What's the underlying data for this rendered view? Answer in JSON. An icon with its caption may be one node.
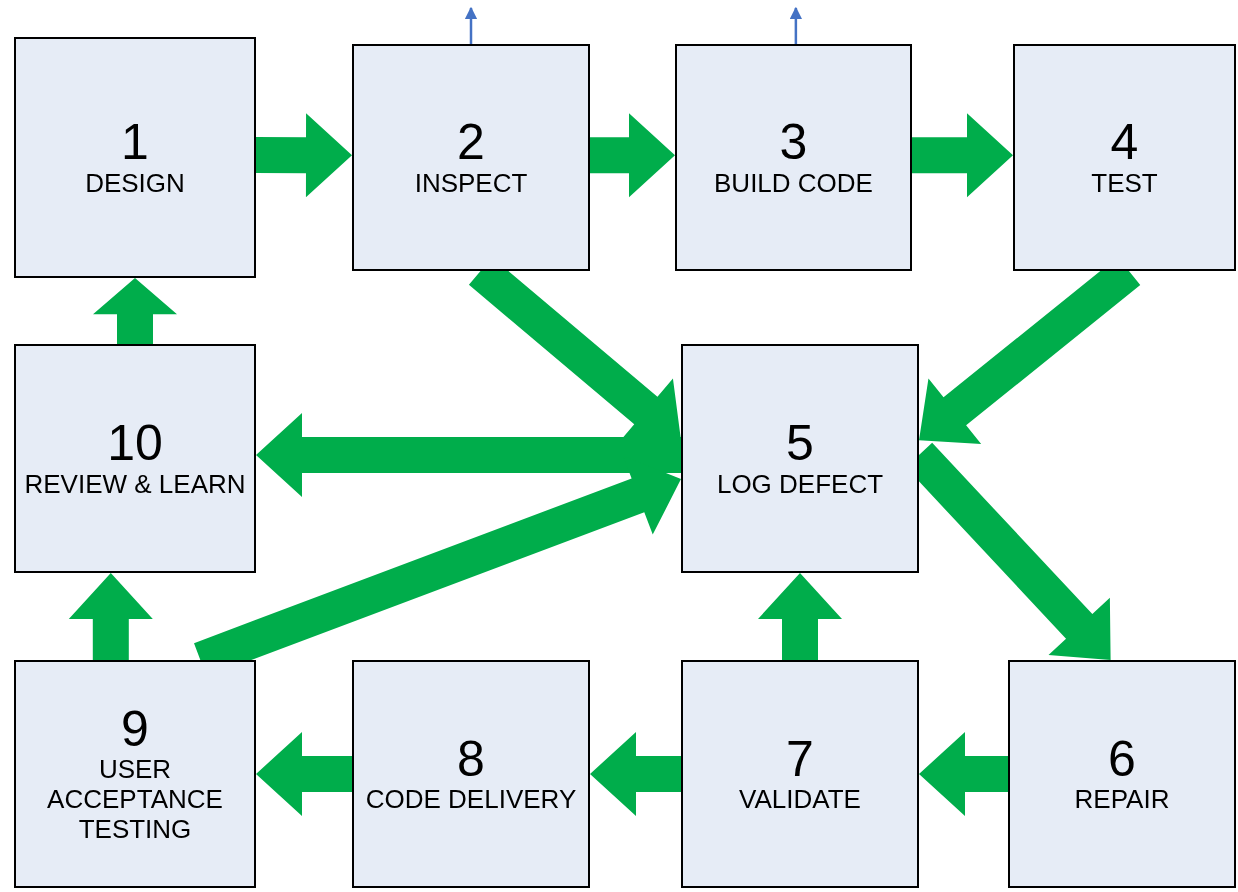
{
  "diagram": {
    "nodes": [
      {
        "text": [
          "1",
          "DESIGN"
        ]
      },
      {
        "text": [
          "2",
          "INSPECT"
        ]
      },
      {
        "text": [
          "3",
          "BUILD CODE"
        ]
      },
      {
        "text": [
          "4",
          "TEST"
        ]
      },
      {
        "text": [
          "5",
          "LOG DEFECT"
        ]
      },
      {
        "text": [
          "6",
          "REPAIR"
        ]
      },
      {
        "text": [
          "7",
          "VALIDATE"
        ]
      },
      {
        "text": [
          "8",
          "CODE DELIVERY"
        ]
      },
      {
        "text": [
          "9",
          "USER ACCEPTANCE TESTING"
        ]
      },
      {
        "text": [
          "10",
          "REVIEW & LEARN"
        ]
      }
    ],
    "edges": [
      {
        "from": 0,
        "to": 1,
        "arrow": "to"
      },
      {
        "from": 1,
        "to": 2,
        "arrow": "to"
      },
      {
        "from": 2,
        "to": 3,
        "arrow": "to"
      },
      {
        "from": 1,
        "to": 4,
        "arrow": "to"
      },
      {
        "from": 3,
        "to": 4,
        "arrow": "to"
      },
      {
        "from": 4,
        "to": 9,
        "arrow": "to"
      },
      {
        "from": 4,
        "to": 5,
        "arrow": "to"
      },
      {
        "from": 5,
        "to": 6,
        "arrow": "to"
      },
      {
        "from": 6,
        "to": 7,
        "arrow": "to"
      },
      {
        "from": 7,
        "to": 8,
        "arrow": "to"
      },
      {
        "from": 6,
        "to": 4,
        "arrow": "to"
      },
      {
        "from": 8,
        "to": 9,
        "arrow": "to"
      },
      {
        "from": 8,
        "to": 4,
        "arrow": "to"
      },
      {
        "from": 9,
        "to": 0,
        "arrow": "to"
      },
      {
        "from": 1,
        "to": null,
        "arrow": "to",
        "color": "#4472c4"
      },
      {
        "from": 2,
        "to": null,
        "arrow": "to",
        "color": "#4472c4"
      }
    ]
  }
}
